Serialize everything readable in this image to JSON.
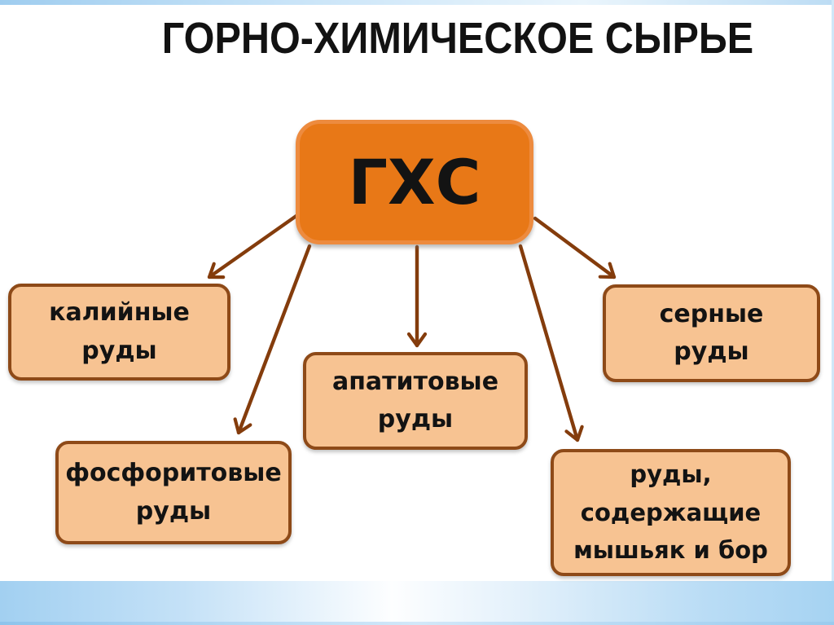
{
  "slide": {
    "title": "ГОРНО-ХИМИЧЕСКОЕ СЫРЬЕ"
  },
  "diagram": {
    "root": {
      "label": "ГХС"
    },
    "nodes": [
      {
        "id": "kaliynye",
        "label": "калийные\nруды"
      },
      {
        "id": "fosforitovye",
        "label": "фосфоритовые\nруды"
      },
      {
        "id": "apatitovye",
        "label": "апатитовые\nруды"
      },
      {
        "id": "sernye",
        "label": "серные\nруды"
      },
      {
        "id": "myshyak-bor",
        "label": "руды,\nсодержащие\nмышьяк и бор"
      }
    ]
  },
  "colors": {
    "root_fill": "#E87817",
    "root_border": "#ED8B3F",
    "node_fill": "#F7C392",
    "node_border": "#8E4A18",
    "arrow": "#843C0C",
    "text": "#131313",
    "accent_blue_band": "#A6D3F2"
  }
}
